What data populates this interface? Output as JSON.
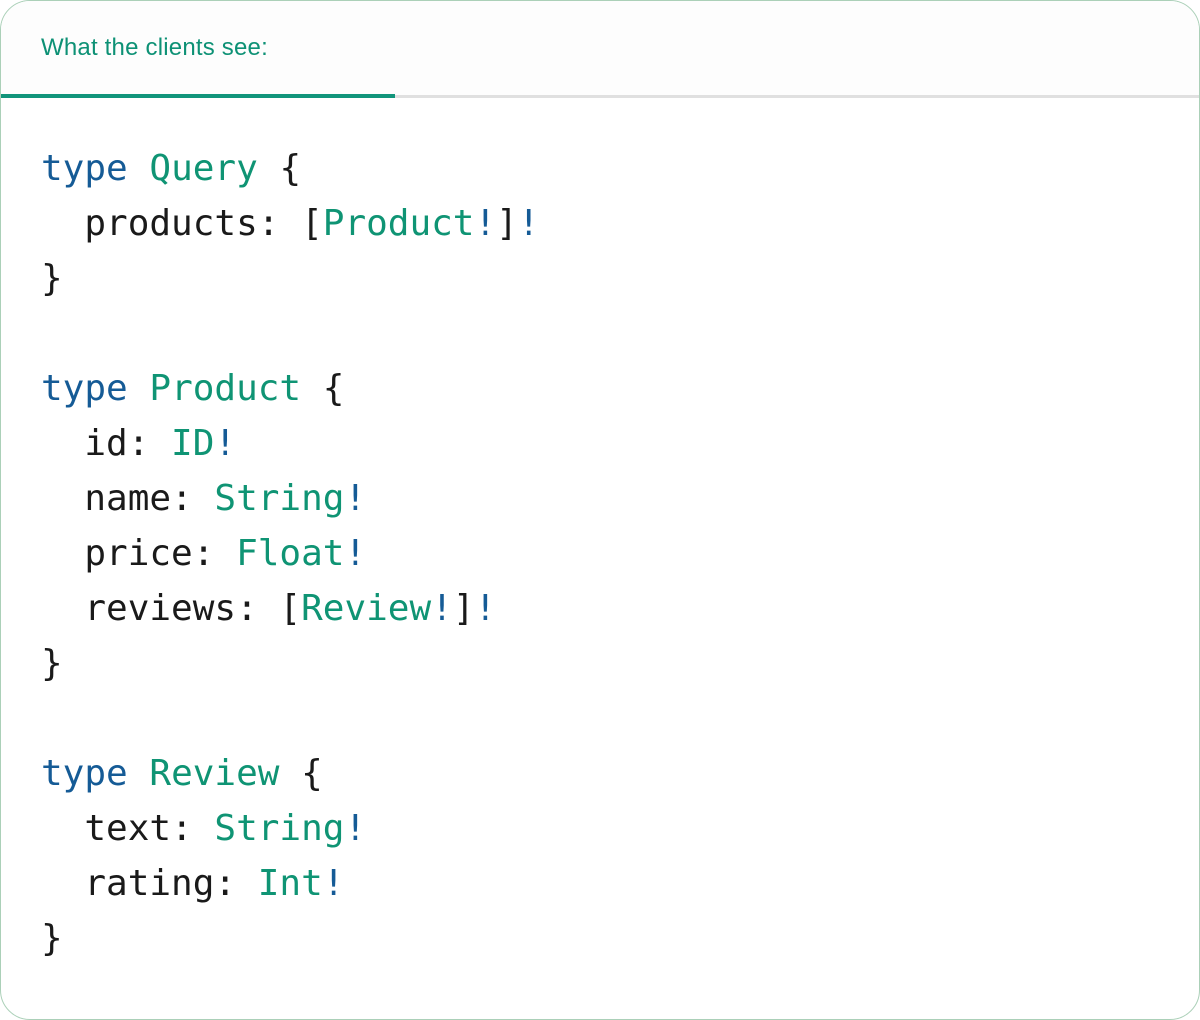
{
  "panel": {
    "tab_label": "What the clients see:"
  },
  "colors": {
    "tab_text": "#0d9175",
    "active_tab_underline": "#11957b",
    "tab_divider": "#e0e0e0",
    "card_border": "#abd0b8",
    "card_background": "#ffffff",
    "keyword_blue": "#155b96",
    "type_teal": "#0f9474",
    "code_text": "#1a1a1a"
  },
  "code": {
    "language": "graphql",
    "plain_text": "type Query {\n  products: [Product!]!\n}\n\ntype Product {\n  id: ID!\n  name: String!\n  price: Float!\n  reviews: [Review!]!\n}\n\ntype Review {\n  text: String!\n  rating: Int!\n}",
    "lines": [
      [
        [
          "k",
          "type"
        ],
        [
          "p",
          " "
        ],
        [
          "t",
          "Query"
        ],
        [
          "p",
          " {"
        ]
      ],
      [
        [
          "p",
          "  products: ["
        ],
        [
          "t",
          "Product"
        ],
        [
          "k",
          "!"
        ],
        [
          "p",
          "]"
        ],
        [
          "k",
          "!"
        ]
      ],
      [
        [
          "p",
          "}"
        ]
      ],
      [],
      [
        [
          "k",
          "type"
        ],
        [
          "p",
          " "
        ],
        [
          "t",
          "Product"
        ],
        [
          "p",
          " {"
        ]
      ],
      [
        [
          "p",
          "  id: "
        ],
        [
          "t",
          "ID"
        ],
        [
          "k",
          "!"
        ]
      ],
      [
        [
          "p",
          "  name: "
        ],
        [
          "t",
          "String"
        ],
        [
          "k",
          "!"
        ]
      ],
      [
        [
          "p",
          "  price: "
        ],
        [
          "t",
          "Float"
        ],
        [
          "k",
          "!"
        ]
      ],
      [
        [
          "p",
          "  reviews: ["
        ],
        [
          "t",
          "Review"
        ],
        [
          "k",
          "!"
        ],
        [
          "p",
          "]"
        ],
        [
          "k",
          "!"
        ]
      ],
      [
        [
          "p",
          "}"
        ]
      ],
      [],
      [
        [
          "k",
          "type"
        ],
        [
          "p",
          " "
        ],
        [
          "t",
          "Review"
        ],
        [
          "p",
          " {"
        ]
      ],
      [
        [
          "p",
          "  text: "
        ],
        [
          "t",
          "String"
        ],
        [
          "k",
          "!"
        ]
      ],
      [
        [
          "p",
          "  rating: "
        ],
        [
          "t",
          "Int"
        ],
        [
          "k",
          "!"
        ]
      ],
      [
        [
          "p",
          "}"
        ]
      ]
    ]
  }
}
